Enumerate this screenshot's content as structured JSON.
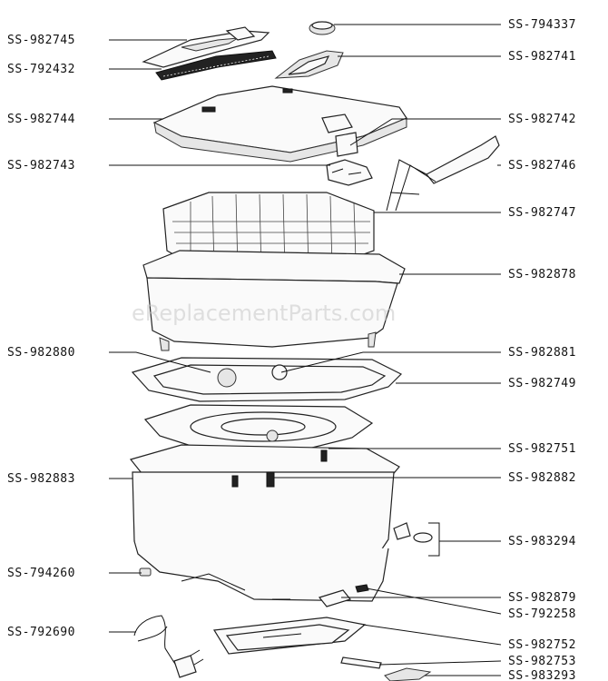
{
  "watermark": "eReplacementParts.com",
  "parts": [
    {
      "id": "SS-794337"
    },
    {
      "id": "SS-982745"
    },
    {
      "id": "SS-982741"
    },
    {
      "id": "SS-792432"
    },
    {
      "id": "SS-982744"
    },
    {
      "id": "SS-982742"
    },
    {
      "id": "SS-982743"
    },
    {
      "id": "SS-982746"
    },
    {
      "id": "SS-982747"
    },
    {
      "id": "SS-982878"
    },
    {
      "id": "SS-982880"
    },
    {
      "id": "SS-982881"
    },
    {
      "id": "SS-982749"
    },
    {
      "id": "SS-982751"
    },
    {
      "id": "SS-982883"
    },
    {
      "id": "SS-982882"
    },
    {
      "id": "SS-983294"
    },
    {
      "id": "SS-794260"
    },
    {
      "id": "SS-982879"
    },
    {
      "id": "SS-792258"
    },
    {
      "id": "SS-792690"
    },
    {
      "id": "SS-982752"
    },
    {
      "id": "SS-982753"
    },
    {
      "id": "SS-983293"
    }
  ]
}
